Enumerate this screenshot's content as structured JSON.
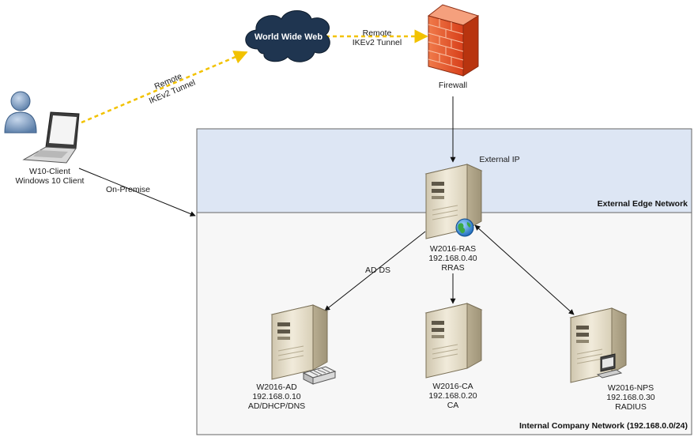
{
  "zones": {
    "external_edge": "External Edge Network",
    "internal": "Internal Company Network (192.168.0.0/24)"
  },
  "cloud": {
    "label": "World Wide Web"
  },
  "firewall": {
    "label": "Firewall"
  },
  "client": {
    "name": "W10-Client",
    "os": "Windows 10 Client"
  },
  "links": {
    "client_to_web": [
      "Remote",
      "IKEv2 Tunnel"
    ],
    "web_to_firewall": [
      "Remote",
      "IKEv2 Tunnel"
    ],
    "on_premise": "On-Premise",
    "external_ip": "External IP",
    "ad_ds": "AD DS"
  },
  "servers": {
    "ras": {
      "name": "W2016-RAS",
      "ip": "192.168.0.40",
      "role": "RRAS"
    },
    "ad": {
      "name": "W2016-AD",
      "ip": "192.168.0.10",
      "role": "AD/DHCP/DNS"
    },
    "ca": {
      "name": "W2016-CA",
      "ip": "192.168.0.20",
      "role": "CA"
    },
    "nps": {
      "name": "W2016-NPS",
      "ip": "192.168.0.30",
      "role": "RADIUS"
    }
  },
  "colors": {
    "external_zone": "#dde6f4",
    "internal_zone": "#f7f7f7",
    "tunnel": "#f2c200",
    "cloud": "#1f3550",
    "firewall": "#e8552b",
    "server_body": "#e7dfc9"
  }
}
